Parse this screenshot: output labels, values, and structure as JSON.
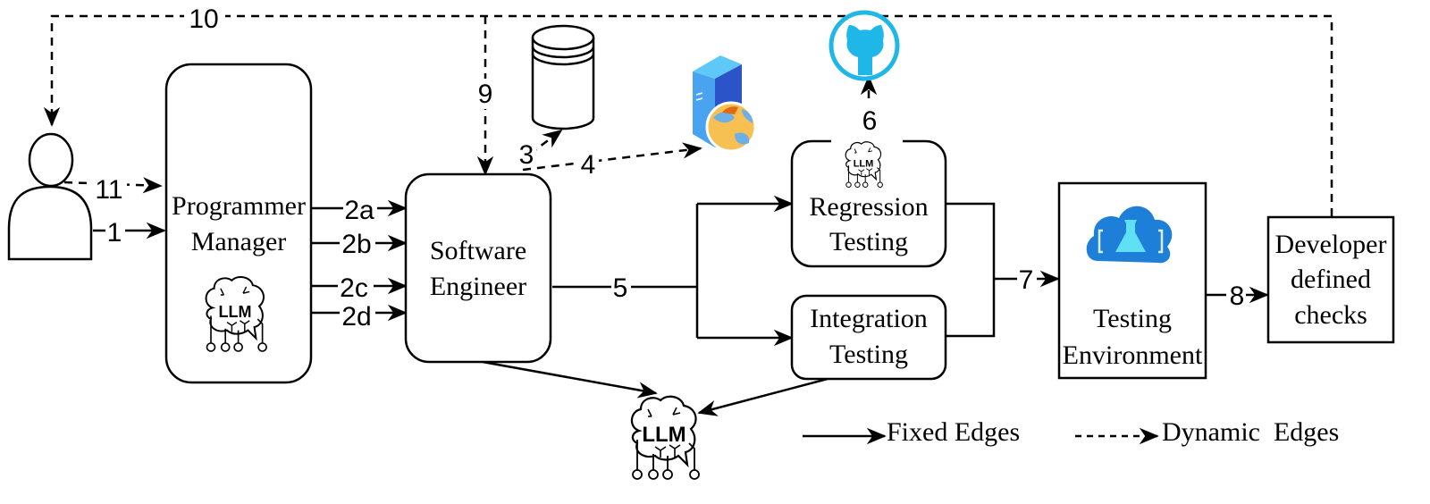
{
  "nodes": {
    "user": {
      "label": "",
      "icon": "user-icon"
    },
    "programmer_manager": {
      "line1": "Programmer",
      "line2": "Manager"
    },
    "software_engineer": {
      "line1": "Software",
      "line2": "Engineer"
    },
    "regression_testing": {
      "line1": "Regression",
      "line2": "Testing"
    },
    "integration_testing": {
      "line1": "Integration",
      "line2": "Testing"
    },
    "testing_environment": {
      "line1": "Testing",
      "line2": "Environment"
    },
    "developer_checks": {
      "line1": "Developer",
      "line2": "defined",
      "line3": "checks"
    },
    "database": {
      "icon": "database-icon"
    },
    "web_server": {
      "icon": "web-server-icon"
    },
    "github": {
      "icon": "github-icon"
    },
    "llm": {
      "text": "LLM"
    }
  },
  "edges": {
    "e1": "1",
    "e2a": "2a",
    "e2b": "2b",
    "e2c": "2c",
    "e2d": "2d",
    "e3": "3",
    "e4": "4",
    "e5": "5",
    "e6": "6",
    "e7": "7",
    "e8": "8",
    "e9": "9",
    "e10": "10",
    "e11": "11"
  },
  "legend": {
    "fixed": "Fixed Edges",
    "dynamic": "Dynamic  Edges"
  },
  "colors": {
    "github": "#1fb6e8",
    "cloud": "#1e7fd8",
    "server": "#2f6fd6",
    "globe": "#f0a020"
  }
}
